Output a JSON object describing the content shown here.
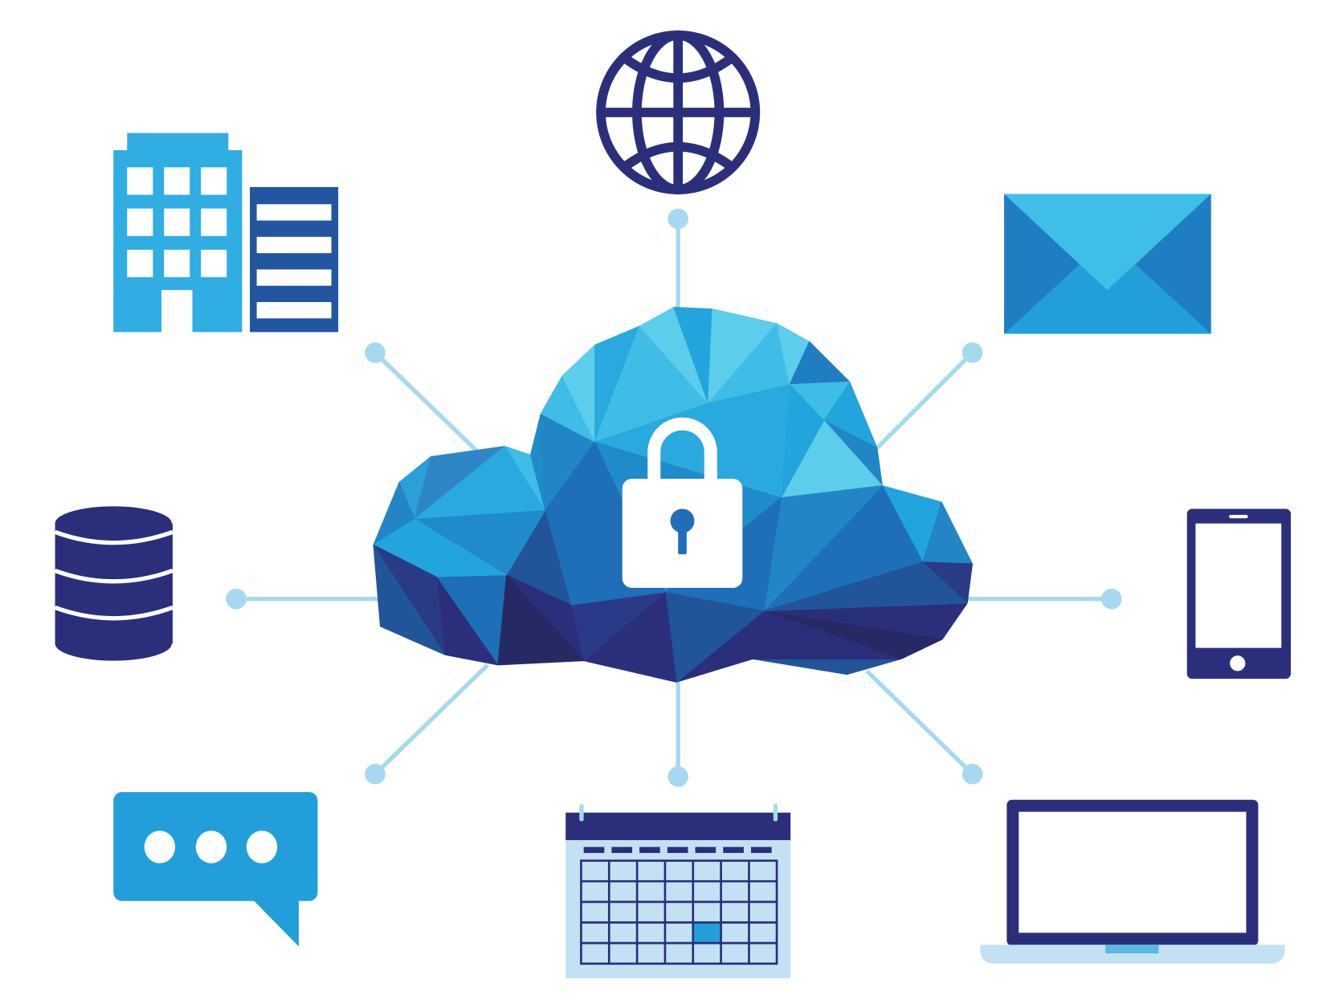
{
  "diagram": {
    "center": {
      "icon": "cloud-lock-icon",
      "style": "low-poly"
    },
    "nodes": [
      {
        "icon": "globe-icon",
        "position": "top"
      },
      {
        "icon": "envelope-icon",
        "position": "top-right"
      },
      {
        "icon": "smartphone-icon",
        "position": "right"
      },
      {
        "icon": "laptop-icon",
        "position": "bottom-right"
      },
      {
        "icon": "calendar-icon",
        "position": "bottom"
      },
      {
        "icon": "chat-bubble-icon",
        "position": "bottom-left"
      },
      {
        "icon": "database-icon",
        "position": "left"
      },
      {
        "icon": "office-building-icon",
        "position": "top-left"
      }
    ]
  },
  "colors": {
    "navy": "#2b2f7b",
    "blue": "#229fda",
    "light_blue": "#3fbfe8",
    "pale_blue": "#c3e1f3",
    "connector": "#a6d9f0",
    "building_dark": "#2356a0"
  }
}
